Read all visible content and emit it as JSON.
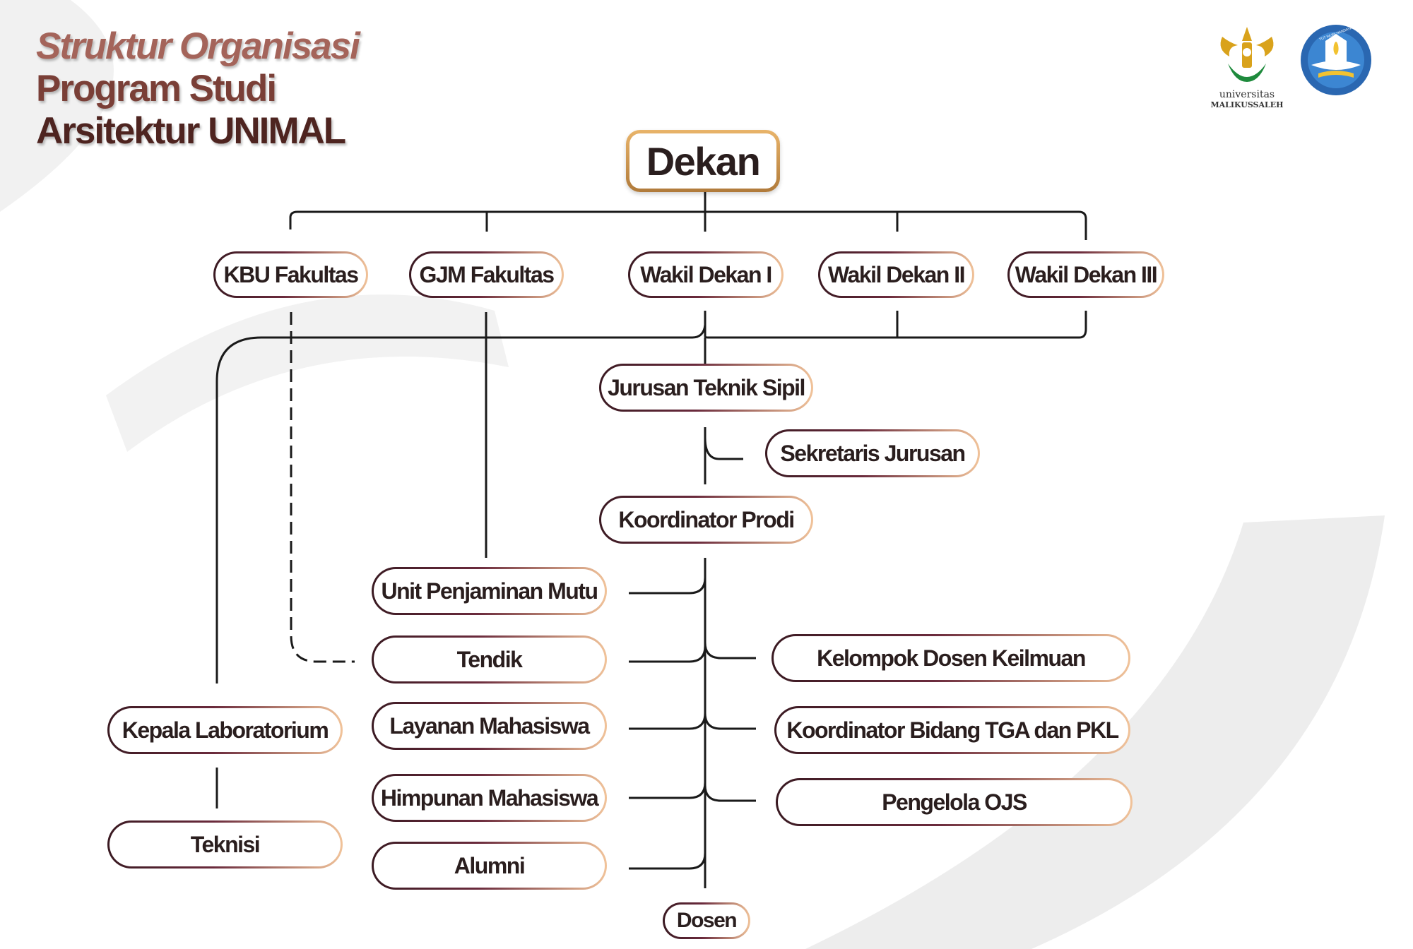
{
  "title": {
    "line1": "Struktur Organisasi",
    "line2": "Program Studi",
    "line3": "Arsitektur UNIMAL"
  },
  "logos": {
    "unimal_line1": "universitas",
    "unimal_line2": "MALIKUSSALEH",
    "tutwuri_text": "TUT WURI HANDAYANI"
  },
  "nodes": {
    "dekan": "Dekan",
    "kbu_fakultas": "KBU Fakultas",
    "gjm_fakultas": "GJM Fakultas",
    "wakil_dekan_1": "Wakil Dekan I",
    "wakil_dekan_2": "Wakil Dekan II",
    "wakil_dekan_3": "Wakil Dekan III",
    "jurusan_teknik_sipil": "Jurusan Teknik Sipil",
    "sekretaris_jurusan": "Sekretaris Jurusan",
    "koordinator_prodi": "Koordinator Prodi",
    "unit_penjaminan_mutu": "Unit Penjaminan Mutu",
    "tendik": "Tendik",
    "layanan_mahasiswa": "Layanan Mahasiswa",
    "himpunan_mahasiswa": "Himpunan Mahasiswa",
    "alumni": "Alumni",
    "kelompok_dosen_keilmuan": "Kelompok Dosen Keilmuan",
    "koordinator_tga_pkl": "Koordinator  Bidang TGA dan PKL",
    "pengelola_ojs": "Pengelola OJS",
    "kepala_laboratorium": "Kepala Laboratorium",
    "teknisi": "Teknisi",
    "dosen": "Dosen"
  },
  "colors": {
    "title_light": "#a4645a",
    "title_mid": "#7a3f37",
    "title_dark": "#4e2420",
    "border_dark": "#3a1a22",
    "border_light": "#f1c39a",
    "dekan_border": "#d19a52",
    "line": "#1a1a1a",
    "background_swoosh": "#ededed"
  }
}
